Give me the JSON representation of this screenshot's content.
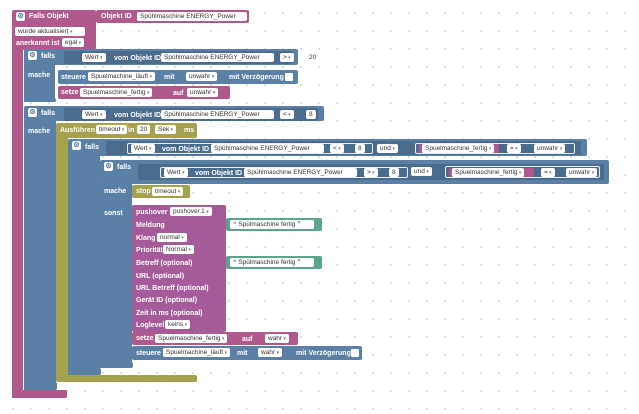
{
  "outer": {
    "title": "Falls Objekt",
    "object_id_label": "Objekt ID",
    "object_id_value": "Spühlmaschine ENERGY_Power",
    "trigger_value": "wurde aktualisiert",
    "ack_label": "anerkannt ist",
    "ack_value": "egal"
  },
  "if1": {
    "falls": "falls",
    "mache": "mache",
    "wert": "Wert",
    "vom_objekt_id": "vom Objekt ID",
    "object": "Spühlmaschine ENERGY_Power",
    "op": ">",
    "num": "20",
    "steuere": "steuere",
    "steuere_target": "Spuelmachine_läuft",
    "mit": "mit",
    "steuere_value": "unwahr",
    "mit_verzoegerung": "mit Verzögerung",
    "setze": "setze",
    "setze_var": "Spuelmaschine_fertig",
    "auf": "auf",
    "setze_value": "unwahr"
  },
  "if2": {
    "falls": "falls",
    "mache": "mache",
    "wert": "Wert",
    "vom_objekt_id": "vom Objekt ID",
    "object": "Spühlmaschine ENERGY_Power",
    "op": "<",
    "num": "8",
    "ausfuehren": "Ausführen",
    "timeout": "timeout",
    "in": "in",
    "in_value": "20",
    "unit": "Sek",
    "ms": "ms"
  },
  "if3": {
    "falls": "falls",
    "wert": "Wert",
    "vom_objekt_id": "vom Objekt ID",
    "object": "Spühlmaschine ENERGY_Power",
    "op": "<",
    "num": "8",
    "und": "und",
    "var": "Spuelmaschine_fertig",
    "eq": "=",
    "val": "unwahr"
  },
  "if4": {
    "falls": "falls",
    "mache": "mache",
    "sonst": "sonst",
    "wert": "Wert",
    "vom_objekt_id": "vom Objekt ID",
    "object": "Spühlmaschine ENERGY_Power",
    "op": ">",
    "num": "8",
    "und": "und",
    "var": "Spuelmaschine_fertig",
    "eq": "=",
    "val": "unwahr",
    "stop": "stop",
    "stop_value": "timeout"
  },
  "pushover": {
    "title": "pushover",
    "instance": "pushover.1",
    "meldung": "Meldung",
    "meldung_text": "Spülmaschine fertig",
    "klang": "Klang",
    "klang_value": "normal",
    "prioritaet": "Priorität",
    "prioritaet_value": "Normal",
    "betreff": "Betreff (optional)",
    "betreff_text": "Spülmaschine fertig",
    "url": "URL (optional)",
    "url_betreff": "URL Betreff (optional)",
    "geraet": "Gerät ID (optional)",
    "zeit": "Zeit in ms (optional)",
    "loglevel": "Loglevel",
    "loglevel_value": "keins"
  },
  "final": {
    "setze": "setze",
    "setze_var": "Spuelmaschine_fertig",
    "auf": "auf",
    "setze_value": "wahr",
    "steuere": "steuere",
    "steuere_target": "Spuelmachine_läuft",
    "mit": "mit",
    "steuere_value": "wahr",
    "mit_verzoegerung": "mit Verzögerung"
  },
  "colors": {
    "trigger": "#b0598d",
    "logic": "#5b80a5",
    "timer": "#a5a24f",
    "pushover": "#a55b99",
    "text": "#5ba58c"
  }
}
